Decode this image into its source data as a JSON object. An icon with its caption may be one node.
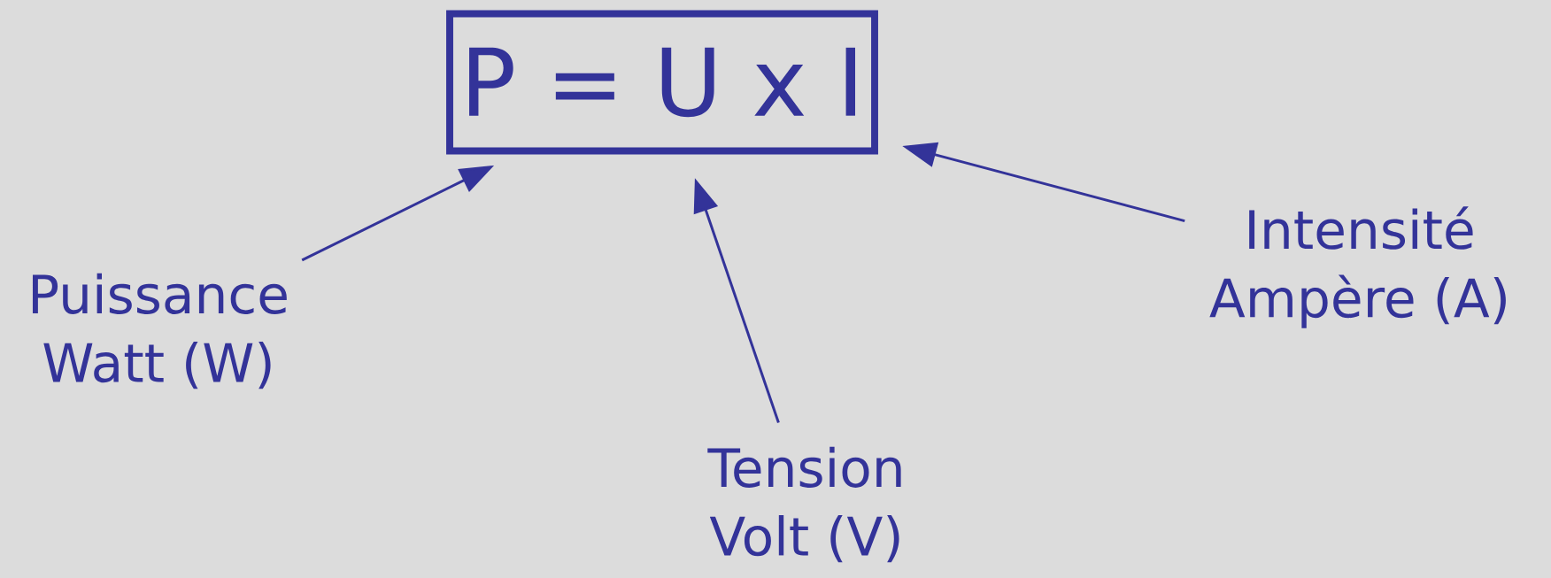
{
  "diagram": {
    "nodes": [
      {
        "text": [
          "P = U x I"
        ]
      },
      {
        "text": [
          "Puissance",
          "Watt (W)"
        ]
      },
      {
        "text": [
          "Tension",
          "Volt (V)"
        ]
      },
      {
        "text": [
          "Intensité",
          "Ampère (A)"
        ]
      }
    ],
    "edges": [
      {
        "from": 1,
        "to": 0,
        "arrow": "to"
      },
      {
        "from": 2,
        "to": 0,
        "arrow": "to"
      },
      {
        "from": 3,
        "to": 0,
        "arrow": "to"
      }
    ]
  }
}
